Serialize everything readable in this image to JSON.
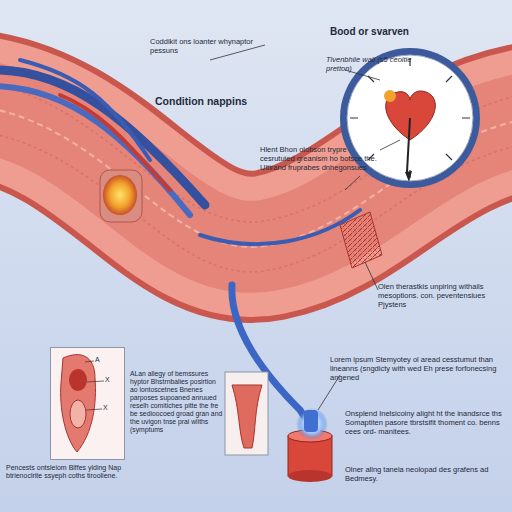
{
  "diagram": {
    "nodes": [
      {
        "text": [
          "A",
          "X",
          "X"
        ]
      }
    ],
    "labels": [
      "Coddikit ons loanter whynaptor pessuns",
      "Condition nappins",
      "Bood or svarven",
      "Tlvenbhiie wall (s5 ceoitie pretton)",
      "Hlent Bhon olobson trypre cesrutuied greanism ho botsce the. Uitirand fruprabes dnhegonsues",
      "Olen therastkis unpiring withails mesoptions. con. peventensiues Pjystens",
      "Pencests ontsleiom Blffes ylding Nap btrienoclrite ssyeph coths tirooliene.",
      "ALan allegy of bemssures hyptor Bhstrnbalies posirtion ao lontoscetnes Bnenes parposes supoaned anruued reselh comitiches pitte the fre be sedioocoed groad gran and the uvigon tnse prai wliths (symptums",
      "Lorem ipsum Stemyotey ol aread cesstumut than lineanns (sngdicty with wed Eh prese forfonecsing angened",
      "Onsplend Inelsicoiny alight ht the inandsrce ths Somaptiten pasore tbrstsifit thoment co. benns cees ord- manitees.",
      "Olner allng tanela neolopad des grafens ad Bedmesy."
    ]
  }
}
